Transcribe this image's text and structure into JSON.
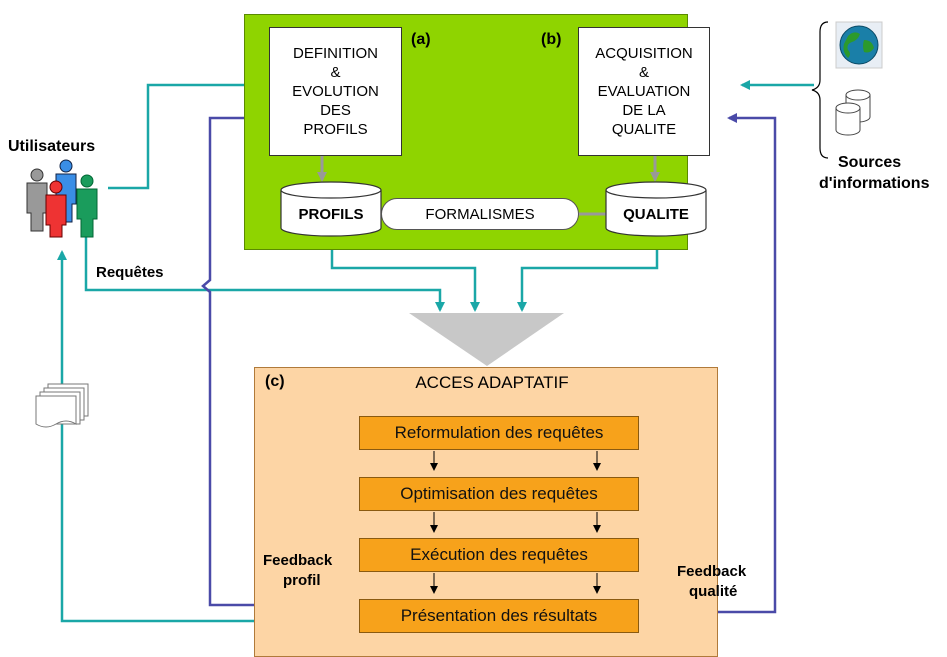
{
  "panels": {
    "a_tag": "(a)",
    "b_tag": "(b)",
    "c_tag": "(c)"
  },
  "profile_box": "DEFINITION\n&\nEVOLUTION\nDES\nPROFILS",
  "quality_box": "ACQUISITION\n&\nEVALUATION\nDE LA\nQUALITE",
  "profils_db": "PROFILS",
  "qualite_db": "QUALITE",
  "formalismes": "FORMALISMES",
  "utilisateurs": "Utilisateurs",
  "requetes": "Requêtes",
  "sources": {
    "line1": "Sources",
    "line2": "d'informations"
  },
  "acces": {
    "title": "ACCES ADAPTATIF",
    "steps": [
      "Reformulation des requêtes",
      "Optimisation des requêtes",
      "Exécution des requêtes",
      "Présentation des résultats"
    ]
  },
  "feedback_profil": {
    "line1": "Feedback",
    "line2": "profil"
  },
  "feedback_qualite": {
    "line1": "Feedback",
    "line2": "qualité"
  },
  "colors": {
    "green": "#8fd400",
    "orange_panel": "#fdd5a5",
    "orange_step": "#f7a21b",
    "teal": "#1aa7a7",
    "blue": "#4a4aa8",
    "gray": "#999999"
  }
}
